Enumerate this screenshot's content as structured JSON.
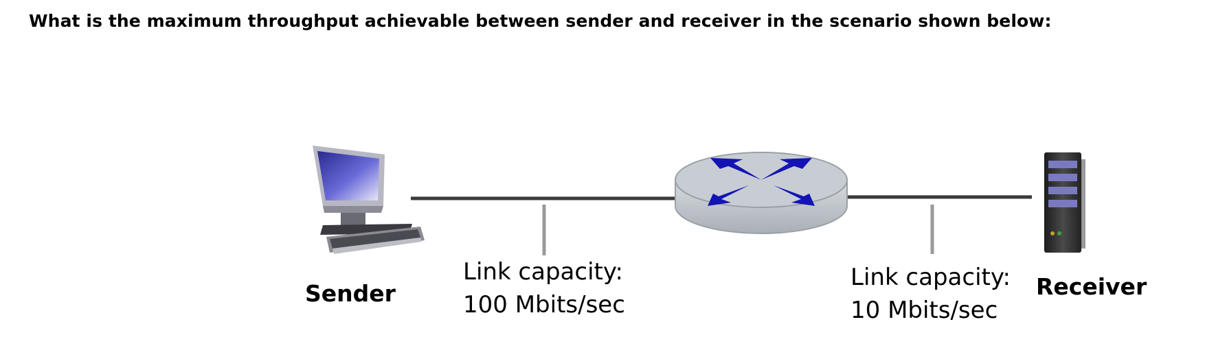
{
  "question": "What is the maximum throughput achievable between sender and receiver in the scenario shown below:",
  "nodes": {
    "sender": {
      "label": "Sender",
      "icon": "desktop-computer-icon"
    },
    "router": {
      "icon": "router-icon"
    },
    "receiver": {
      "label": "Receiver",
      "icon": "server-tower-icon"
    }
  },
  "links": [
    {
      "caption": "Link capacity:",
      "capacity": "100 Mbits/sec"
    },
    {
      "caption": "Link capacity:",
      "capacity": "10 Mbits/sec"
    }
  ],
  "colors": {
    "link_line": "#3a3a3a",
    "router_body": "#c8cdd3",
    "router_arrows": "#1414b4",
    "screen": "#5050c8"
  }
}
